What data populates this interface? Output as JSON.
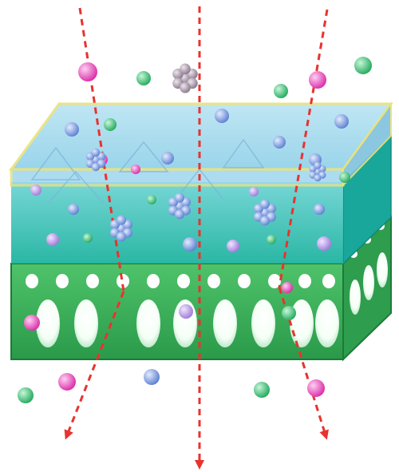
{
  "diagram": {
    "colors": {
      "background": "#ffffff",
      "top_layer_face": "#a9dcef",
      "top_layer_side": "#86c8e2",
      "middle_layer_face": "#2bbfae",
      "middle_layer_side": "#1f9e8f",
      "support_layer": "#35b05a",
      "support_layer_dark": "#1c7a3a",
      "pores": "#ffffff",
      "edge_highlight": "#e8e27a",
      "arrow_dashes": "#e8332f",
      "particle_pink": "#e23ab7",
      "particle_green": "#2fb86a",
      "particle_blue": "#6a8fd8",
      "particle_purple": "#b08ee0",
      "particle_cluster": "#8d7f8f"
    },
    "elements": {
      "arrows": [
        "dashed-arrow-left",
        "dashed-arrow-center",
        "dashed-arrow-right"
      ],
      "layers": [
        "top-selective-layer",
        "middle-interlayer",
        "porous-support-layer"
      ],
      "particle_kinds": [
        "pink-solute",
        "green-solute",
        "blue-solute",
        "purple-solute",
        "molecular-cluster"
      ]
    }
  }
}
